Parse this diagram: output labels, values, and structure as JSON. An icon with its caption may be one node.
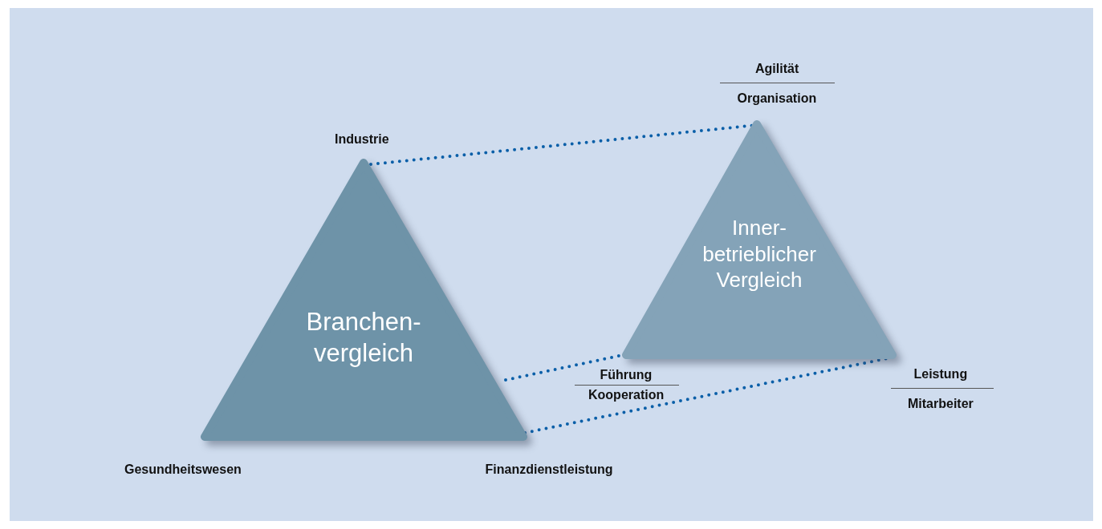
{
  "diagram": {
    "nodes": [
      {
        "text": [
          "Branchen- vergleich"
        ]
      },
      {
        "text": [
          "Inner- betrieblicher Vergleich"
        ]
      }
    ],
    "edges": [
      {
        "from": 0,
        "to": 1,
        "arrow": "none",
        "style": "dashed"
      },
      {
        "from": 0,
        "to": 1,
        "arrow": "none",
        "style": "dashed"
      },
      {
        "from": 0,
        "to": 1,
        "arrow": "none",
        "style": "dashed"
      }
    ],
    "labels": [
      "Agilität",
      "Organisation",
      "Industrie",
      "Führung",
      "Kooperation",
      "Leistung",
      "Mitarbeiter",
      "Gesundheitswesen",
      "Finanzdienstleistung"
    ]
  }
}
